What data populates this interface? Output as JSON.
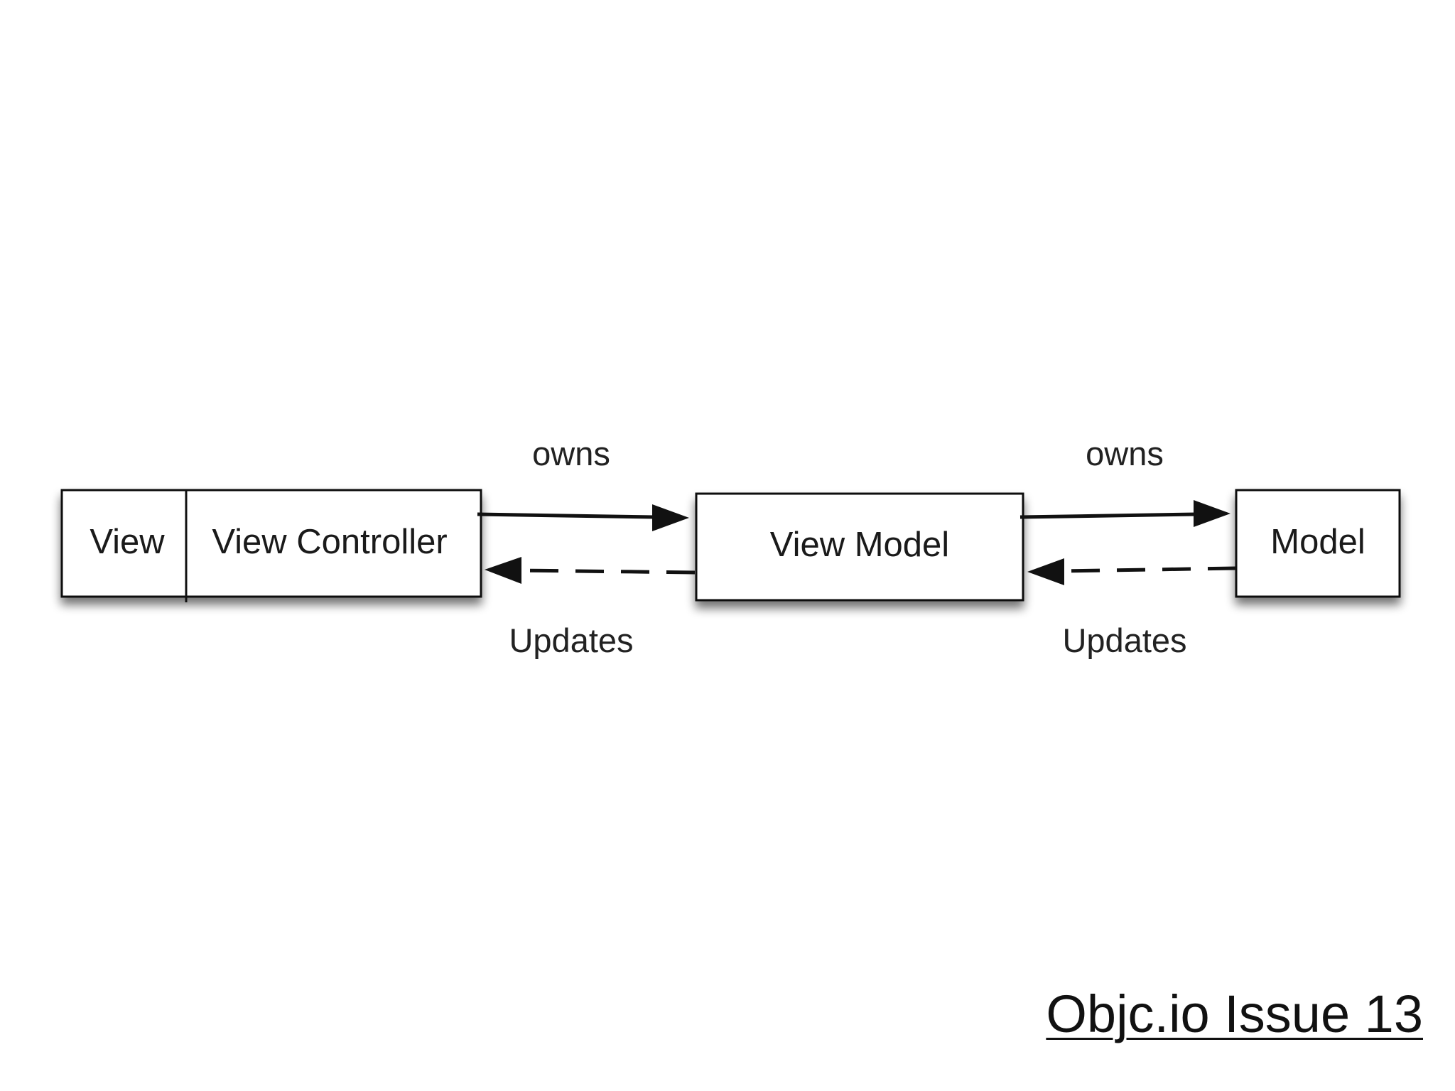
{
  "diagram": {
    "nodes": {
      "view": "View",
      "view_controller": "View Controller",
      "view_model": "View Model",
      "model": "Model"
    },
    "edges": {
      "owns_left": "owns",
      "owns_right": "owns",
      "updates_left": "Updates",
      "updates_right": "Updates"
    }
  },
  "footer": {
    "link_text": "Objc.io Issue 13"
  },
  "colors": {
    "stroke": "#111111",
    "background": "#ffffff"
  }
}
